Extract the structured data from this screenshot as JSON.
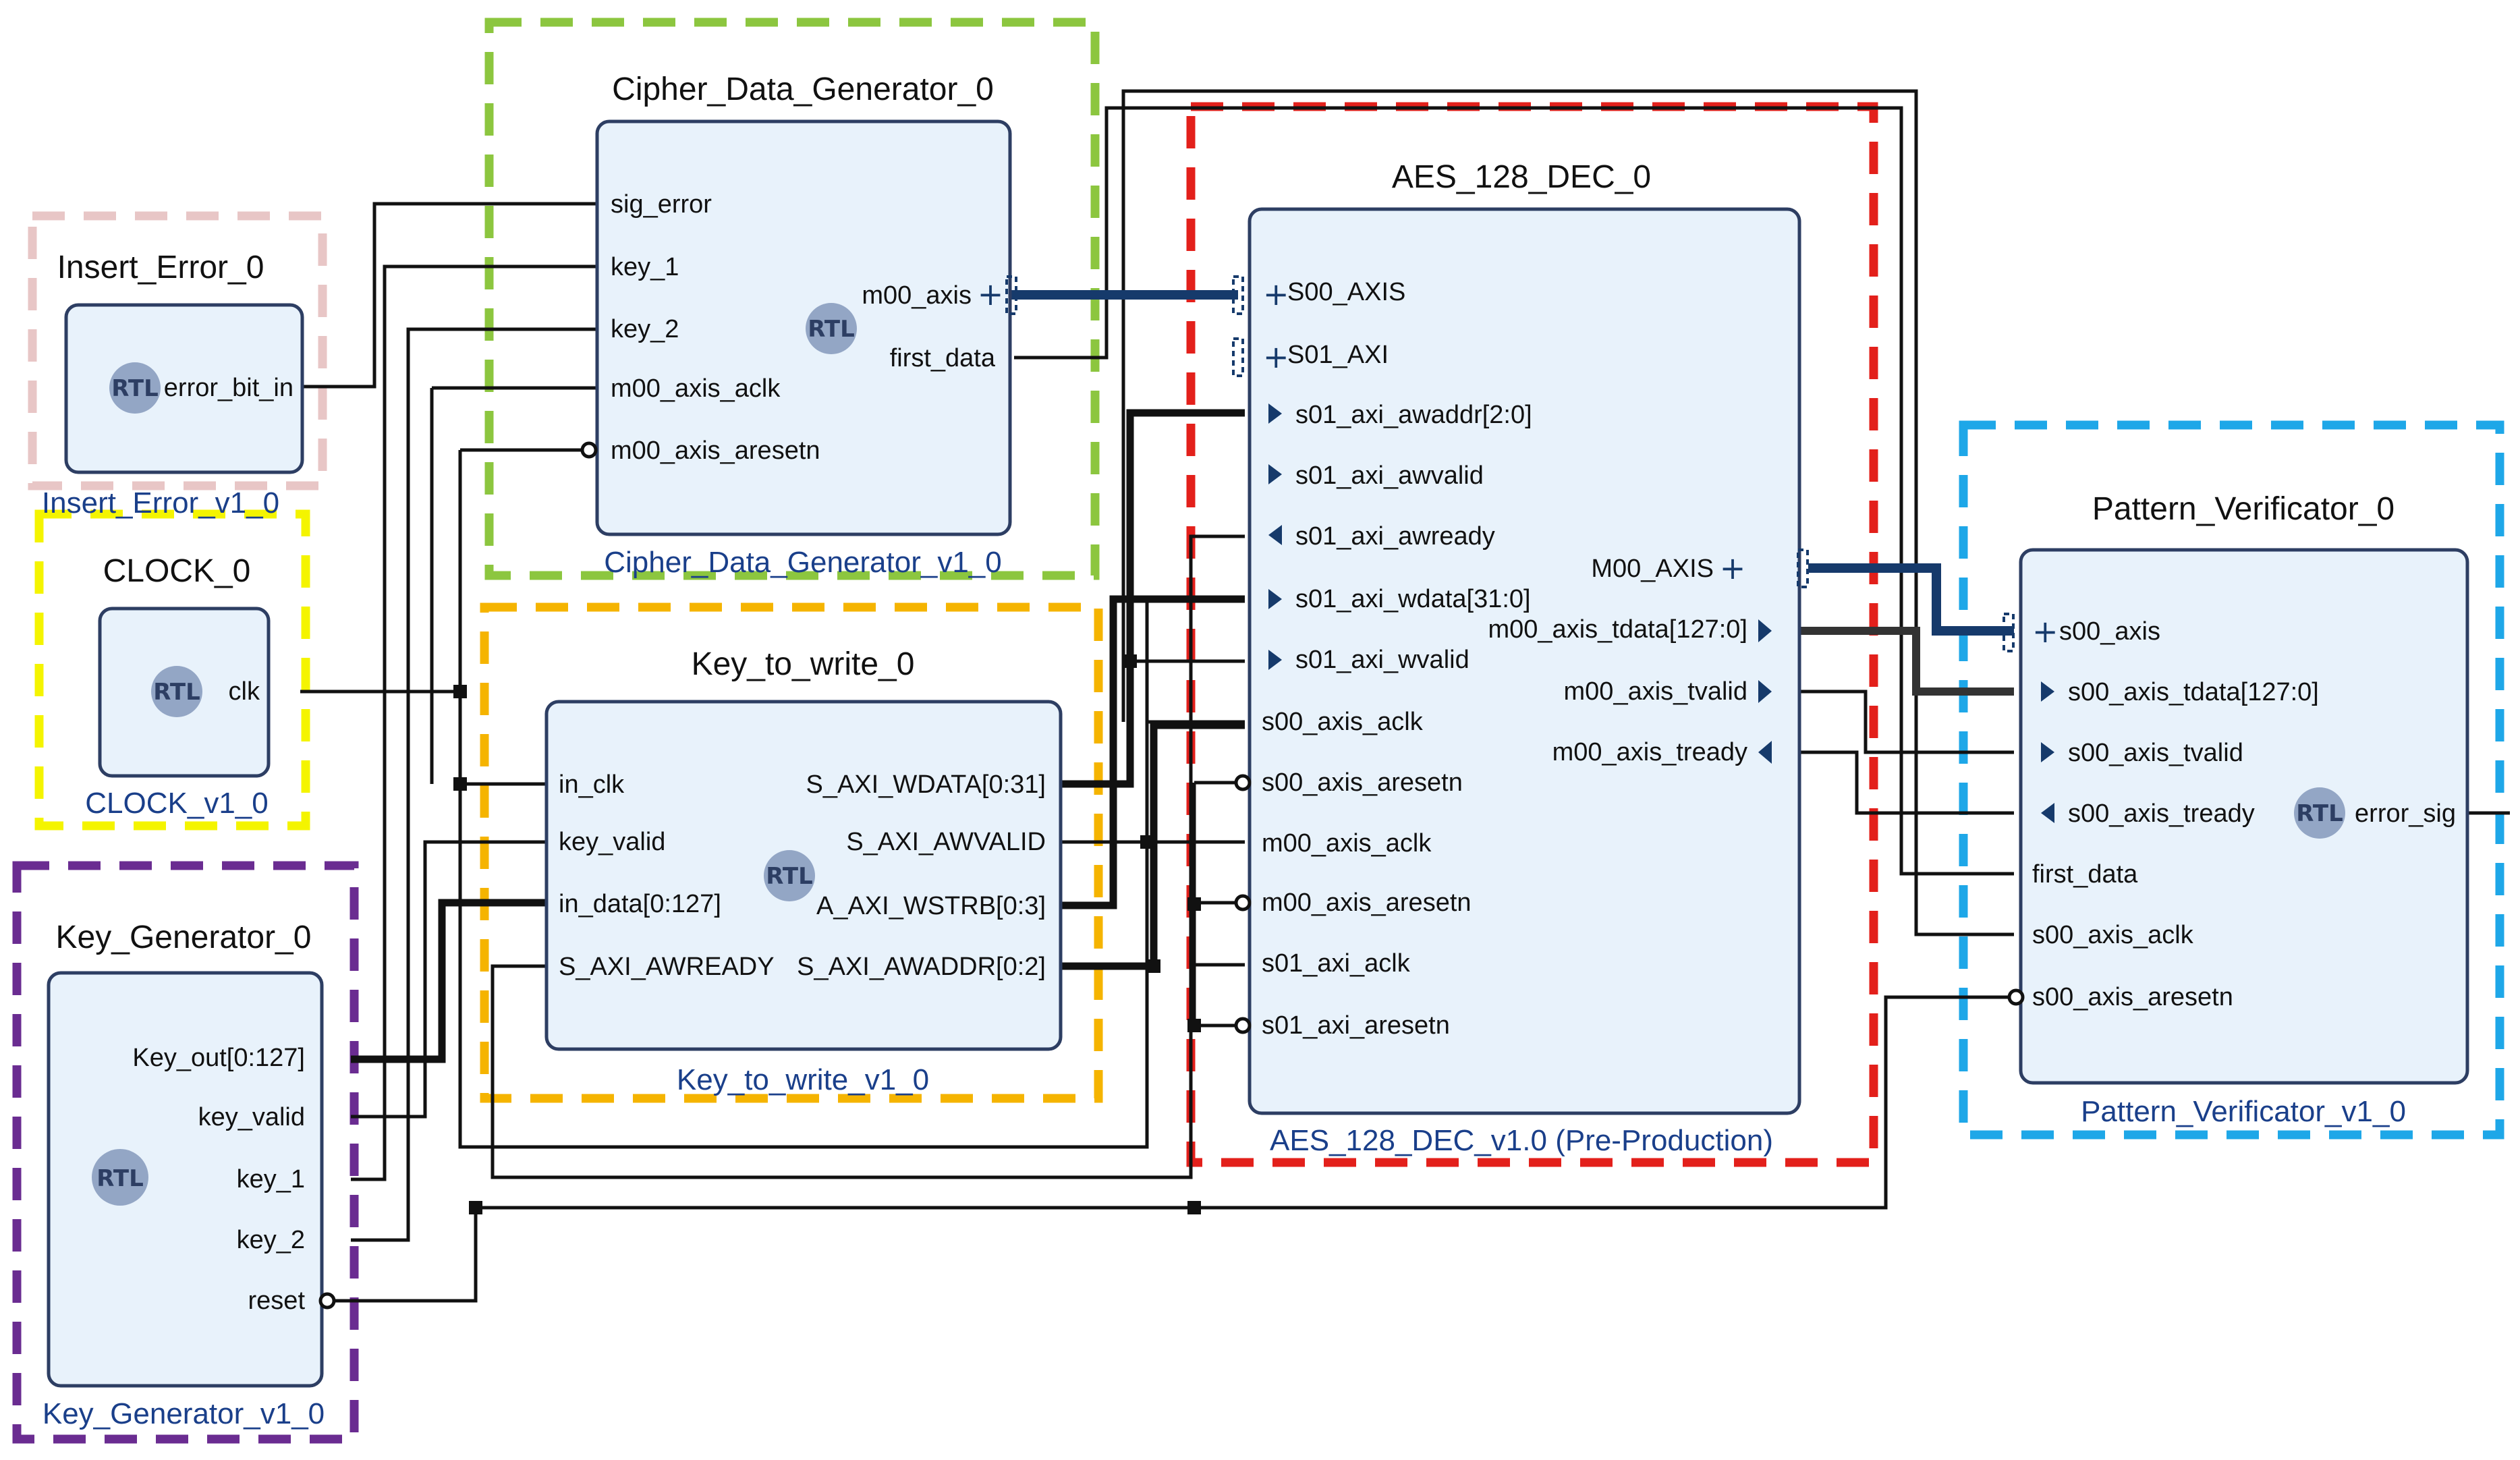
{
  "colors": {
    "insert_error_outline": "#e8c6c6",
    "clock_outline": "#f4f400",
    "key_generator_outline": "#6a2c91",
    "cipher_outline": "#8cc63f",
    "key_to_write_outline": "#f5b400",
    "aes_outline": "#e3201b",
    "pattern_outline": "#1ea7e8"
  },
  "blocks": {
    "insert_error": {
      "title": "Insert_Error_0",
      "subtitle": "Insert_Error_v1_0",
      "rtl": "RTL",
      "ports": [
        "error_bit_in"
      ]
    },
    "clock": {
      "title": "CLOCK_0",
      "subtitle": "CLOCK_v1_0",
      "rtl": "RTL",
      "ports": [
        "clk"
      ]
    },
    "key_generator": {
      "title": "Key_Generator_0",
      "subtitle": "Key_Generator_v1_0",
      "rtl": "RTL",
      "ports": [
        "Key_out[0:127]",
        "key_valid",
        "key_1",
        "key_2",
        "reset"
      ]
    },
    "cipher": {
      "title": "Cipher_Data_Generator_0",
      "subtitle": "Cipher_Data_Generator_v1_0",
      "rtl": "RTL",
      "inputs": [
        "sig_error",
        "key_1",
        "key_2",
        "m00_axis_aclk",
        "m00_axis_aresetn"
      ],
      "outputs": [
        "m00_axis",
        "first_data"
      ]
    },
    "key_to_write": {
      "title": "Key_to_write_0",
      "subtitle": "Key_to_write_v1_0",
      "rtl": "RTL",
      "inputs": [
        "in_clk",
        "key_valid",
        "in_data[0:127]",
        "S_AXI_AWREADY"
      ],
      "outputs": [
        "S_AXI_WDATA[0:31]",
        "S_AXI_AWVALID",
        "A_AXI_WSTRB[0:3]",
        "S_AXI_AWADDR[0:2]"
      ]
    },
    "aes": {
      "title": "AES_128_DEC_0",
      "subtitle": "AES_128_DEC_v1.0 (Pre-Production)",
      "inputs": [
        "S00_AXIS",
        "S01_AXI",
        "s01_axi_awaddr[2:0]",
        "s01_axi_awvalid",
        "s01_axi_awready",
        "s01_axi_wdata[31:0]",
        "s01_axi_wvalid",
        "s00_axis_aclk",
        "s00_axis_aresetn",
        "m00_axis_aclk",
        "m00_axis_aresetn",
        "s01_axi_aclk",
        "s01_axi_aresetn"
      ],
      "outputs": [
        "M00_AXIS",
        "m00_axis_tdata[127:0]",
        "m00_axis_tvalid",
        "m00_axis_tready"
      ]
    },
    "pattern": {
      "title": "Pattern_Verificator_0",
      "subtitle": "Pattern_Verificator_v1_0",
      "rtl": "RTL",
      "inputs": [
        "s00_axis",
        "s00_axis_tdata[127:0]",
        "s00_axis_tvalid",
        "s00_axis_tready",
        "first_data",
        "s00_axis_aclk",
        "s00_axis_aresetn"
      ],
      "outputs": [
        "error_sig"
      ]
    }
  }
}
